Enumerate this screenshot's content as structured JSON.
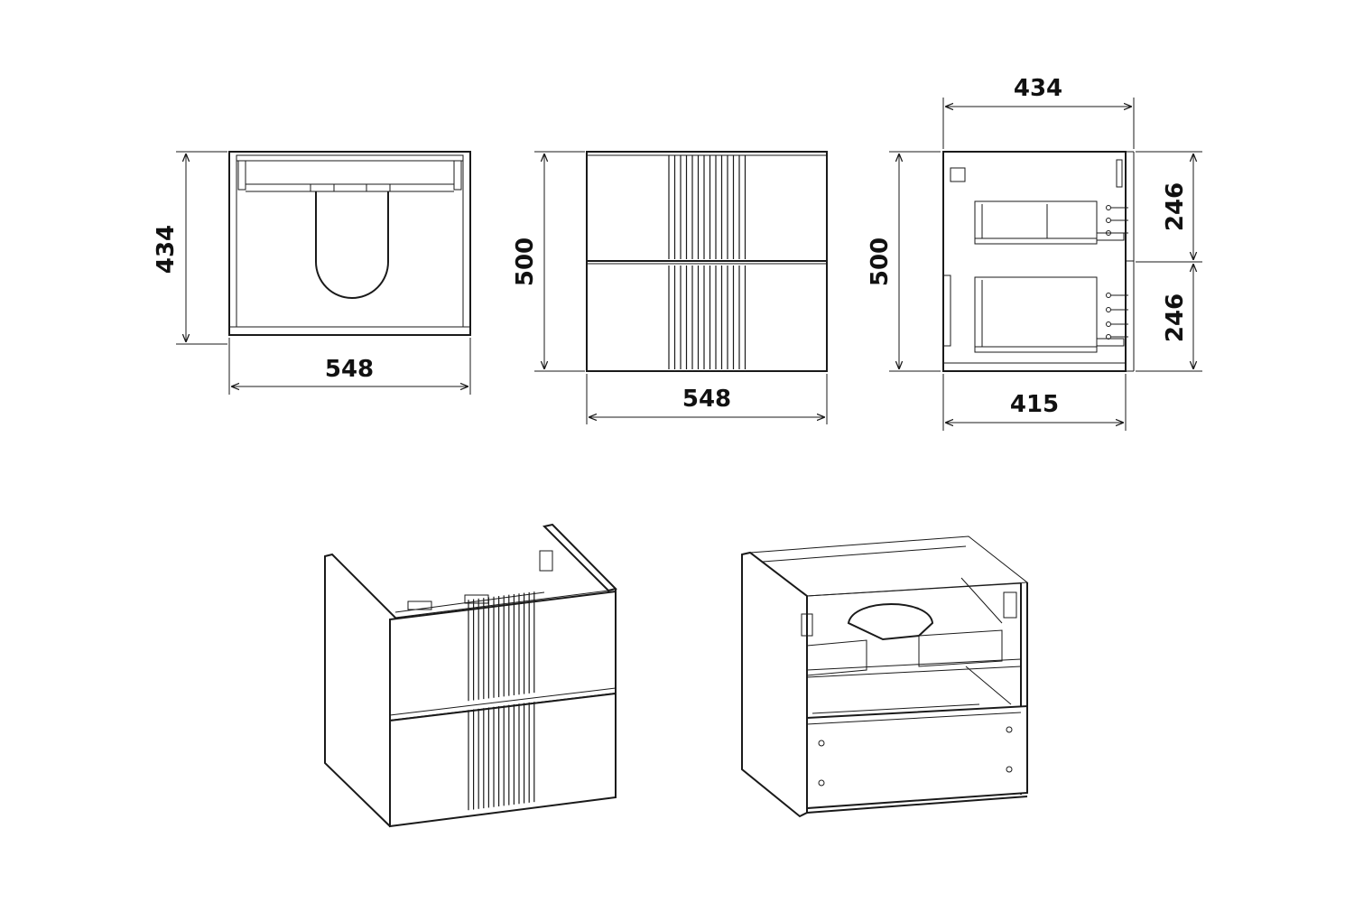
{
  "views": {
    "top": {
      "depth": "434",
      "width": "548"
    },
    "front": {
      "height": "500",
      "width": "548"
    },
    "side": {
      "top_width": "434",
      "height": "500",
      "bottom_width": "415",
      "upper_drawer": "246",
      "lower_drawer": "246"
    }
  },
  "colors": {
    "line": "#1a1a1a",
    "background": "#ffffff"
  }
}
